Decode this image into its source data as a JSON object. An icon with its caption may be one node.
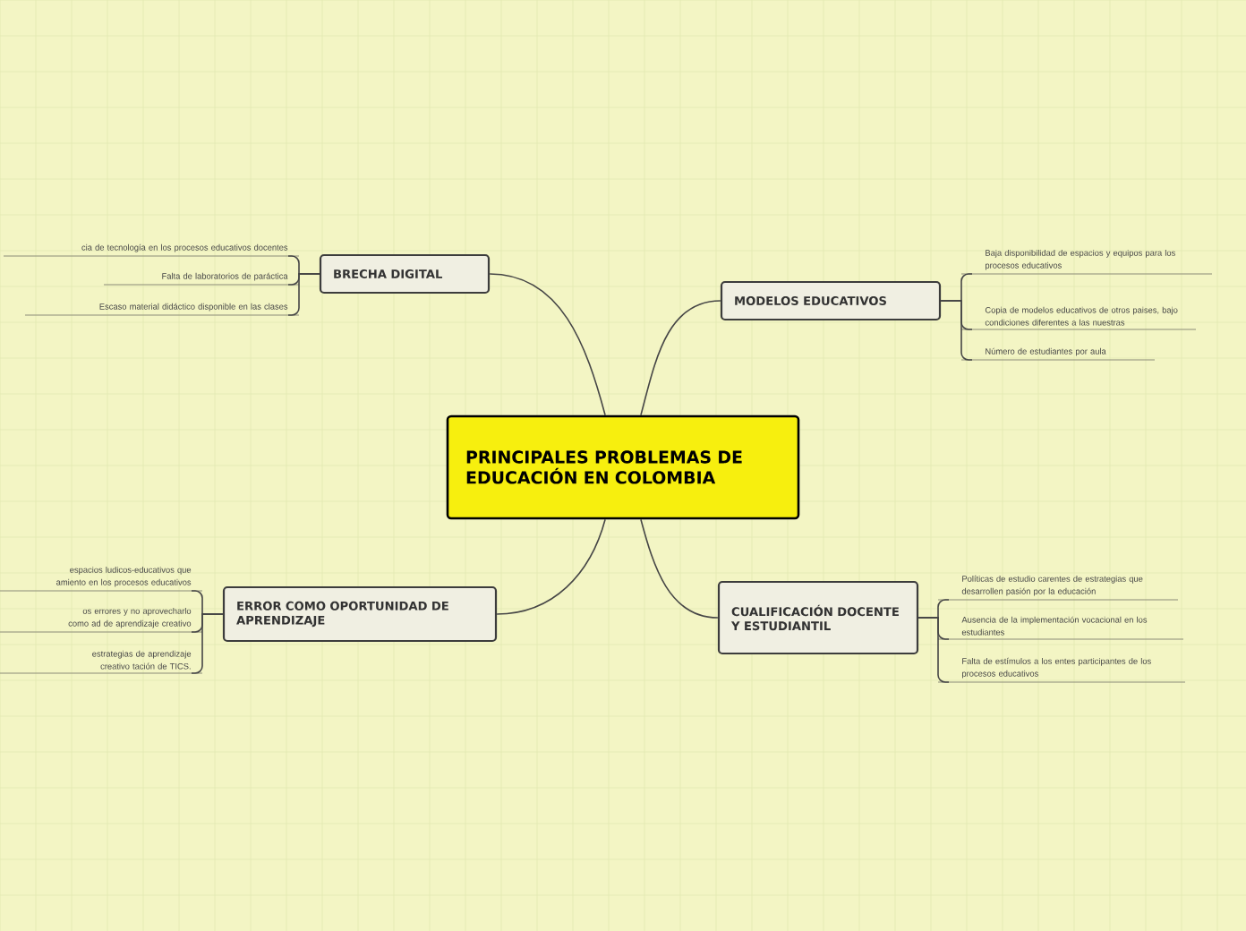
{
  "diagram": {
    "nodes": [
      {
        "text": [
          "PRINCIPALES PROBLEMAS DE  EDUCACIÓN EN COLOMBIA"
        ]
      },
      {
        "text": [
          "BRECHA DIGITAL"
        ]
      },
      {
        "text": [
          "cia  de  tecnología en los procesos  educativos docentes"
        ]
      },
      {
        "text": [
          "Falta de laboratorios de paráctica"
        ]
      },
      {
        "text": [
          "Escaso material didáctico disponible en las clases"
        ]
      },
      {
        "text": [
          "MODELOS EDUCATIVOS"
        ]
      },
      {
        "text": [
          "Baja disponibilidad de espacios y equipos para los procesos educativos"
        ]
      },
      {
        "text": [
          "Copia de modelos educativos de otros paises, bajo condiciones diferentes a las nuestras"
        ]
      },
      {
        "text": [
          "Número  de estudiantes por aula"
        ]
      },
      {
        "text": [
          "ERROR COMO OPORTUNIDAD DE APRENDIZAJE"
        ]
      },
      {
        "text": [
          "espacios ludicos-educativos que amiento en los procesos educativos"
        ]
      },
      {
        "text": [
          "os errores y no aprovecharlo como ad de aprendizaje creativo"
        ]
      },
      {
        "text": [
          "estrategias de aprendizaje creativo tación de TICS."
        ]
      },
      {
        "text": [
          "CUALIFICACIÓN DOCENTE Y ESTUDIANTIL"
        ]
      },
      {
        "text": [
          "Políticas de estudio carentes de estrategias que desarrollen pasión por la educación"
        ]
      },
      {
        "text": [
          "Ausencia de la implementación vocacional en los estudiantes"
        ]
      },
      {
        "text": [
          "Falta de estímulos a los entes participantes de los procesos educativos"
        ]
      }
    ],
    "edges": [
      {
        "from": 0,
        "to": 1,
        "arrow": "none"
      },
      {
        "from": 1,
        "to": 2,
        "arrow": "none"
      },
      {
        "from": 1,
        "to": 3,
        "arrow": "none"
      },
      {
        "from": 1,
        "to": 4,
        "arrow": "none"
      },
      {
        "from": 0,
        "to": 5,
        "arrow": "none"
      },
      {
        "from": 5,
        "to": 6,
        "arrow": "none"
      },
      {
        "from": 5,
        "to": 7,
        "arrow": "none"
      },
      {
        "from": 5,
        "to": 8,
        "arrow": "none"
      },
      {
        "from": 0,
        "to": 9,
        "arrow": "none"
      },
      {
        "from": 9,
        "to": 10,
        "arrow": "none"
      },
      {
        "from": 9,
        "to": 11,
        "arrow": "none"
      },
      {
        "from": 9,
        "to": 12,
        "arrow": "none"
      },
      {
        "from": 0,
        "to": 13,
        "arrow": "none"
      },
      {
        "from": 13,
        "to": 14,
        "arrow": "none"
      },
      {
        "from": 13,
        "to": 15,
        "arrow": "none"
      },
      {
        "from": 13,
        "to": 16,
        "arrow": "none"
      }
    ]
  }
}
